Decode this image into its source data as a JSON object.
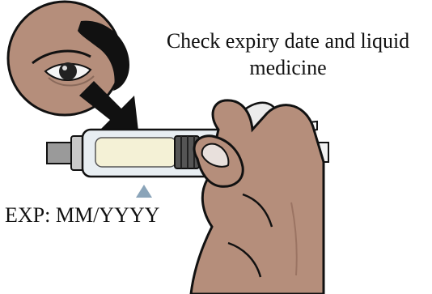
{
  "caption": {
    "line1": "Check expiry date and liquid",
    "line2": "medicine"
  },
  "expiry_label": "EXP: MM/YYYY",
  "icons": {
    "eye": "eye-icon",
    "arrow": "arrow-icon",
    "syringe": "syringe-icon",
    "hand": "hand-icon",
    "marker": "triangle-marker-icon"
  },
  "colors": {
    "skin": "#b58e7b",
    "skin_dark": "#9b7463",
    "outline": "#111111",
    "marker": "#8aa4b9",
    "liquid": "#f4f1d6",
    "barrel": "#e8eef2"
  }
}
